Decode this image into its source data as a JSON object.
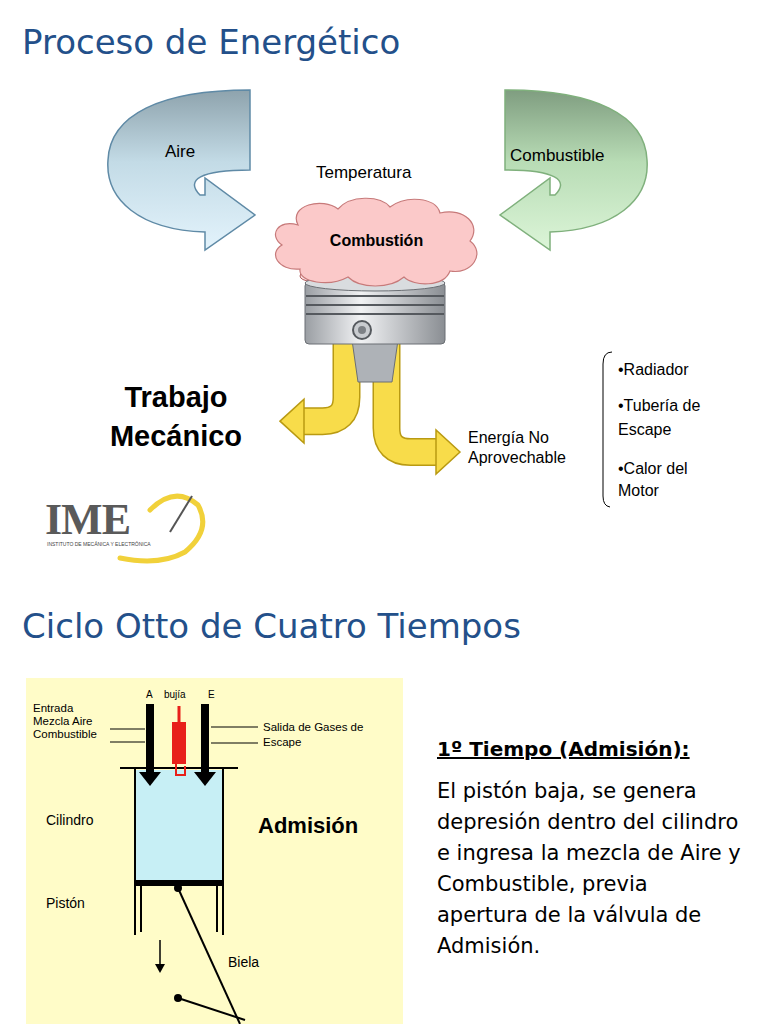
{
  "diagram": {
    "title": "Proceso de Energético",
    "nodes": [
      {
        "text": [
          "Combustión"
        ]
      },
      {
        "text": [
          "Trabajo Mecánico"
        ]
      },
      {
        "text": [
          "Energía No Aprovechable"
        ]
      }
    ],
    "edges": [
      {
        "from": 0,
        "to": 1,
        "arrow": "to"
      },
      {
        "from": 0,
        "to": 2,
        "arrow": "to"
      }
    ],
    "labels": [
      "Aire",
      "Combustible",
      "Temperatura",
      "•Radiador",
      "•Tubería de Escape",
      "•Calor del Motor",
      "IME",
      "INSTITUTO DE MECÁNICA Y ELECTRÓNICA",
      "Ciclo Otto de Cuatro Tiempos",
      "A",
      "bujía",
      "E",
      "Entrada Mezcla Aire Combustible",
      "Salida de Gases de Escape",
      "Cilindro",
      "Admisión",
      "Pistón",
      "Biela",
      "1º Tiempo (Admisión):",
      "El pistón baja, se genera depresión dentro del cilindro e ingresa la mezcla de Aire y Combustible, previa apertura de la válvula de Admisión."
    ]
  }
}
